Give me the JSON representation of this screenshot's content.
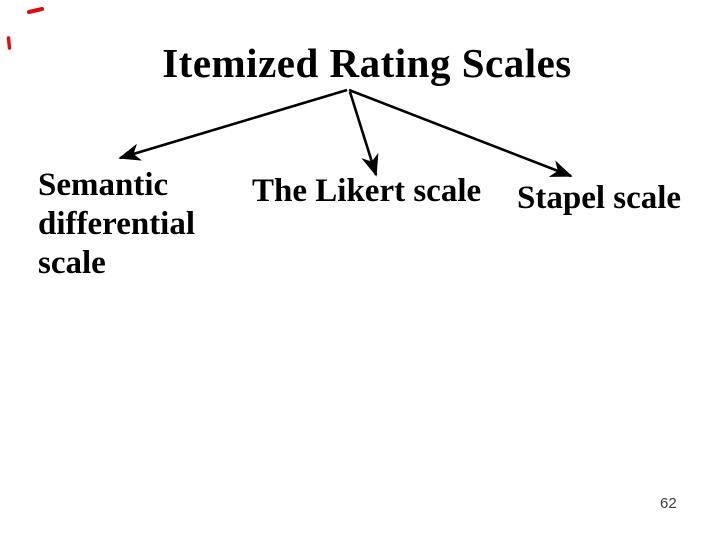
{
  "slide": {
    "title": "Itemized Rating Scales",
    "page_number": "62"
  },
  "diagram": {
    "type": "tree",
    "root_label": "Itemized Rating Scales",
    "children": [
      {
        "label": "Semantic differential scale"
      },
      {
        "label": "The Likert scale"
      },
      {
        "label": "Stapel scale"
      }
    ]
  },
  "colors": {
    "background": "#ffffff",
    "text": "#000000",
    "arrow": "#000000",
    "annotation_red": "#e10c0a",
    "page_number_gray": "#3d3d3d"
  }
}
